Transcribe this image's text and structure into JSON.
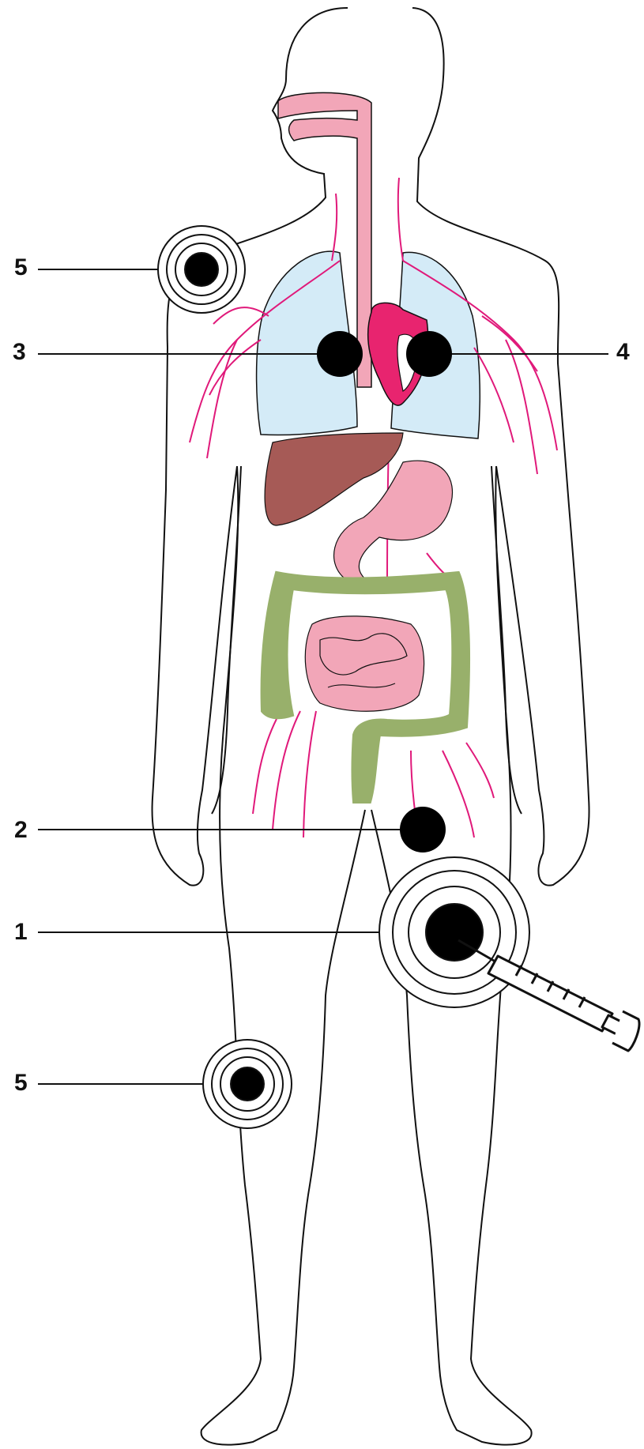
{
  "callouts": {
    "five_upper": "5",
    "three": "3",
    "four": "4",
    "two": "2",
    "one": "1",
    "five_lower": "5"
  },
  "colors": {
    "outline": "#111111",
    "trachea_pink": "#f2a6b8",
    "vessel_magenta": "#e0197a",
    "heart": "#e8246f",
    "lung_blue": "#d4ebf7",
    "liver": "#a65a56",
    "stomach_pink": "#f2a6b8",
    "intestine_green": "#98b06b",
    "marker_black": "#000000"
  },
  "icons": [
    "syringe-icon"
  ]
}
